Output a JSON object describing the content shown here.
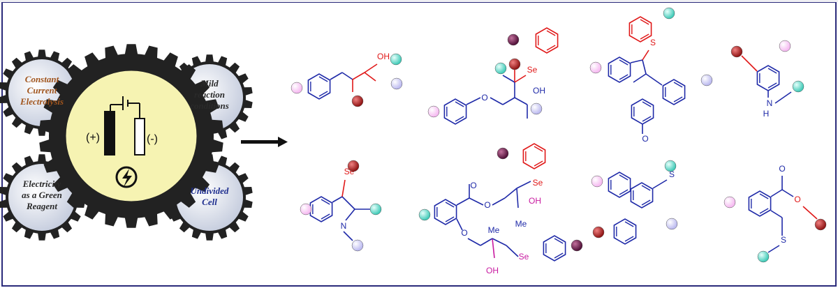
{
  "labels": {
    "constant": [
      "Constant",
      "Current",
      "Electrolysis"
    ],
    "mild": [
      "Mild",
      "reaction",
      "conditions"
    ],
    "electricity": [
      "Electricity",
      "as a Green",
      "Reagent"
    ],
    "undivided": [
      "Undivided",
      "Cell"
    ]
  },
  "cell": {
    "plus": "(+)",
    "minus": "(-)"
  },
  "atoms": {
    "oh": "OH",
    "se": "Se",
    "s": "S",
    "o": "O",
    "n": "N",
    "h": "H",
    "me": "Me"
  },
  "colors": {
    "panel_bg": "#f0f0f4",
    "panel_border": "#2a2a7a",
    "gear": "#222222",
    "center_fill": "#f6f3b2",
    "cog_fill": "#cfd5e4",
    "constant_text": "#a0541c",
    "mild_text": "#2a2a2a",
    "electricity_text": "#2a2a2a",
    "undivided_text": "#1f2f8f",
    "bond_blue": "#1f2aa8",
    "bond_red": "#e01818",
    "bond_magenta": "#c81aa0",
    "ball_pink": "#f5b6f0",
    "ball_cyan": "#5fd9c9",
    "ball_lavender": "#c9c8f5",
    "ball_red": "#a51c1c",
    "ball_purple": "#6e1a4e"
  },
  "icons": [
    "lightning-icon",
    "battery-icon",
    "right-arrow-icon"
  ]
}
